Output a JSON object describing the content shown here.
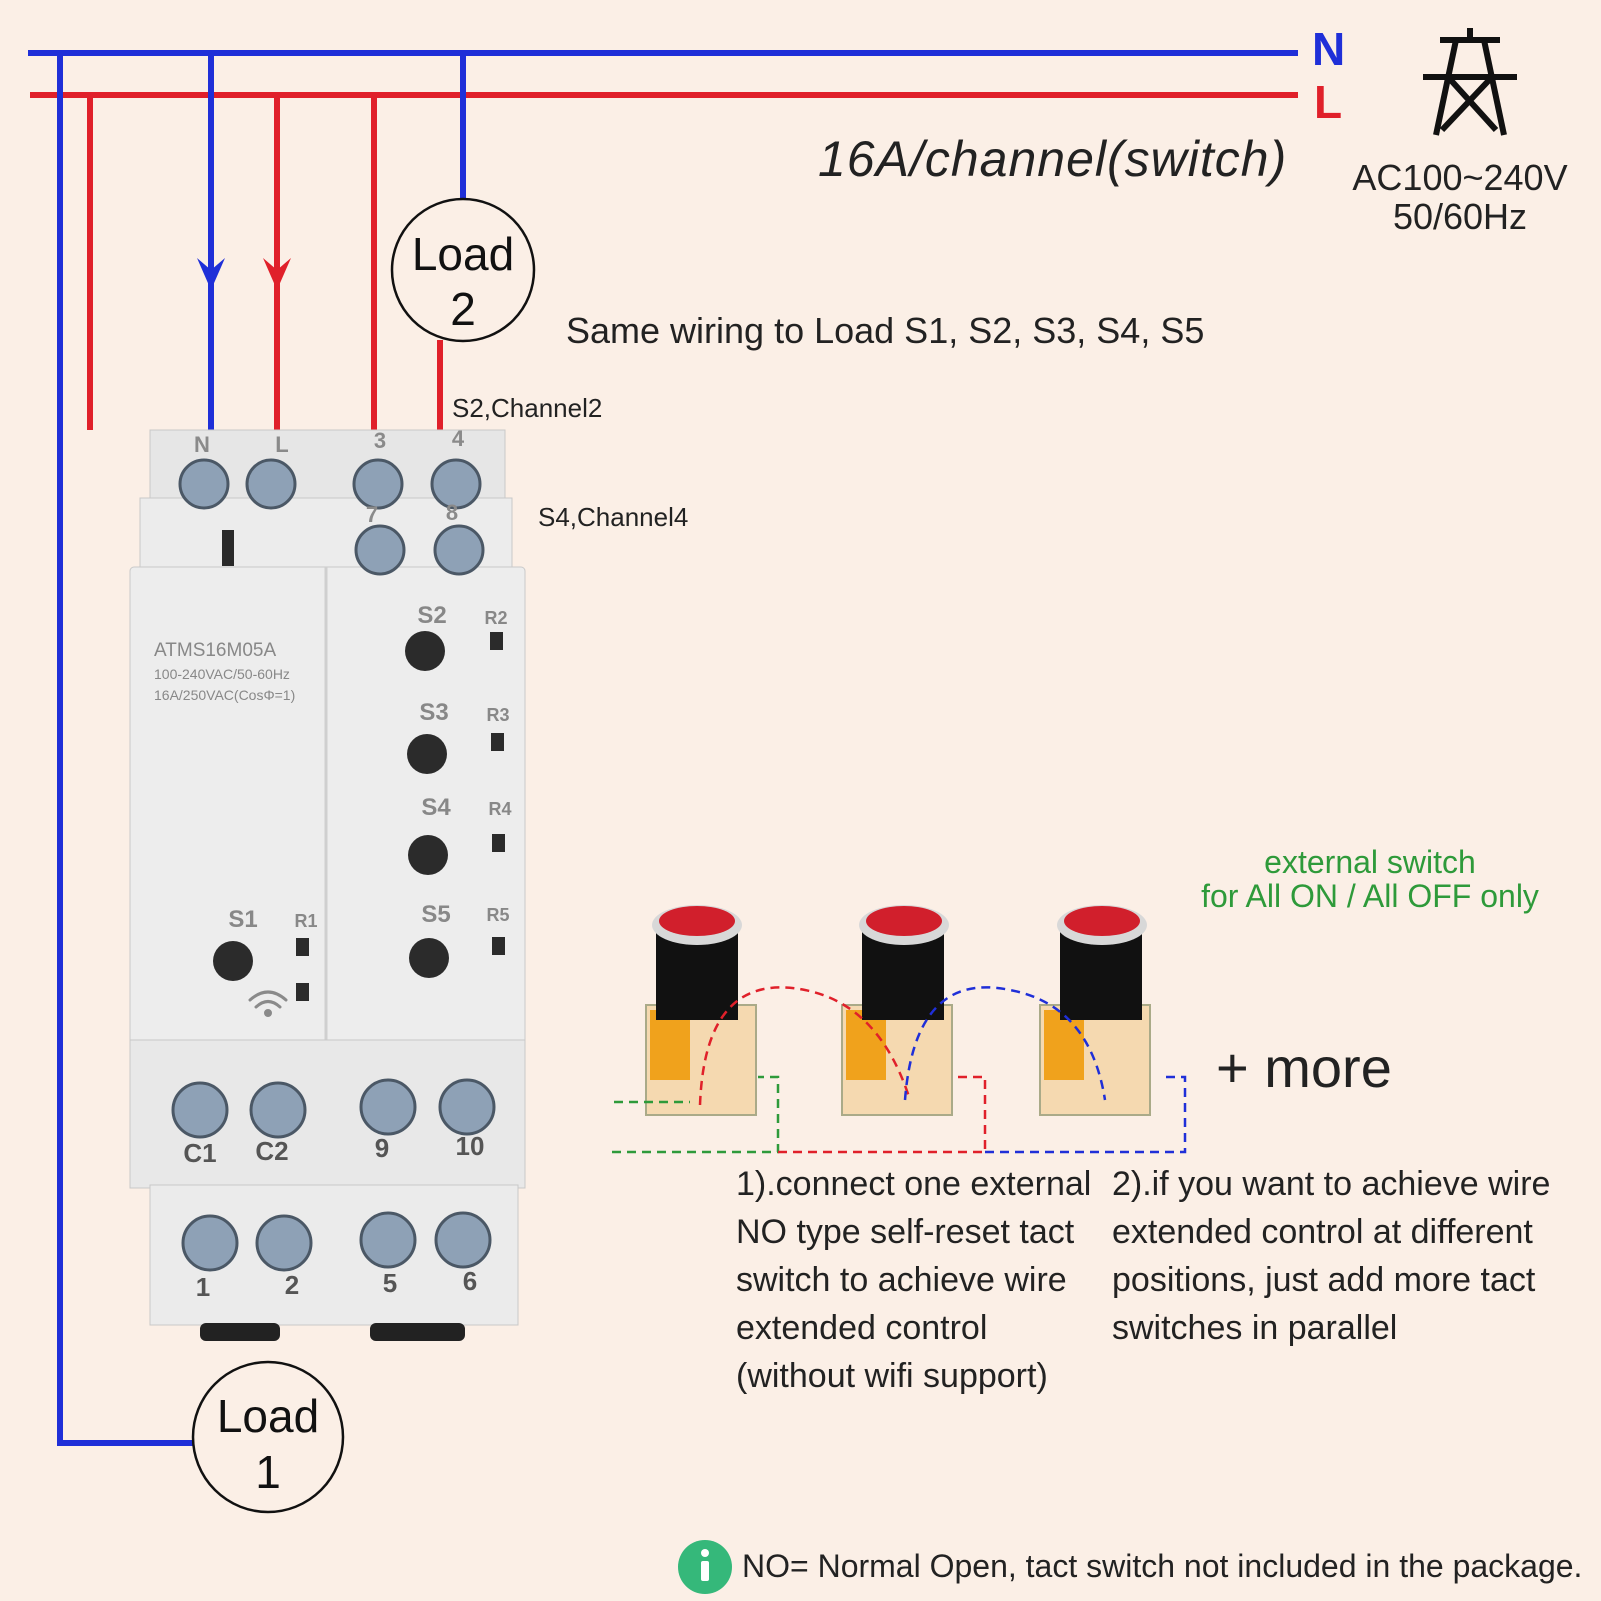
{
  "mains": {
    "neutral_label": "N",
    "live_label": "L"
  },
  "rating_text": "16A/channel(switch)",
  "supply": {
    "voltage": "AC100~240V",
    "frequency": "50/60Hz"
  },
  "same_wiring_note": "Same wiring to Load S1, S2, S3, S4, S5",
  "loads": [
    {
      "label_line1": "Load",
      "label_line2": "2"
    },
    {
      "label_line1": "Load",
      "label_line2": "1"
    }
  ],
  "channel_labels": {
    "s2": "S2,Channel2",
    "s4": "S4,Channel4"
  },
  "device": {
    "model": "ATMS16M05A",
    "spec_line1": "100-240VAC/50-60Hz",
    "spec_line2": "16A/250VAC(CosΦ=1)",
    "top_terminals": [
      "N",
      "L",
      "3",
      "4"
    ],
    "second_terminals": [
      "7",
      "8"
    ],
    "bottom_terminals_upper": [
      "C1",
      "C2",
      "9",
      "10"
    ],
    "bottom_terminals_lower": [
      "1",
      "2",
      "5",
      "6"
    ],
    "switches": [
      "S1",
      "S2",
      "S3",
      "S4",
      "S5"
    ],
    "relays": [
      "R1",
      "R2",
      "R3",
      "R4",
      "R5"
    ]
  },
  "external_switch_caption": {
    "line1": "external switch",
    "line2": "for All ON / All OFF only"
  },
  "more_label": "+ more",
  "instruction_1": "1).connect one external NO type self-reset tact switch to achieve wire extended control (without wifi support)",
  "instruction_2": "2).if you want to achieve wire extended control at different positions, just add more tact switches in parallel",
  "footnote": "NO= Normal Open, tact switch not included in the package.",
  "colors": {
    "neutral": "#1f2fd8",
    "live": "#e0202a",
    "external_note": "#2e9a3a",
    "info_icon": "#35b87a",
    "background": "#fbefe6"
  },
  "icons": [
    "pylon-icon",
    "wifi-icon",
    "info-icon",
    "push-button-icon"
  ]
}
